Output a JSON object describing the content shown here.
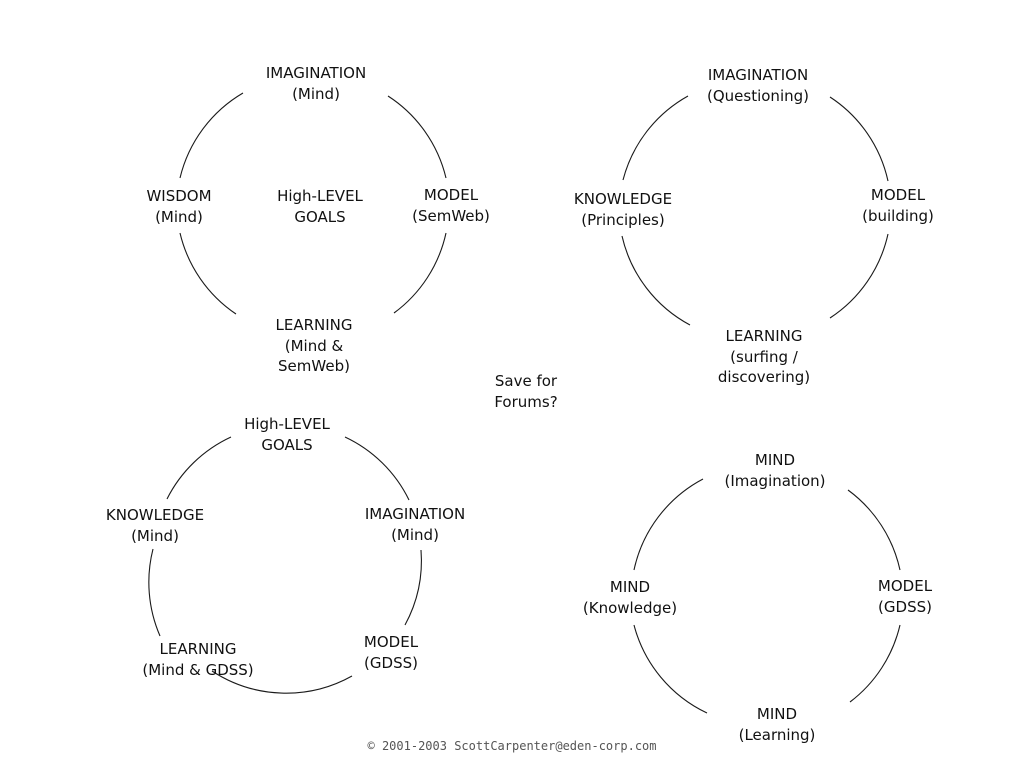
{
  "diagram_1": {
    "top": {
      "line1": "IMAGINATION",
      "line2": "(Mind)"
    },
    "left": {
      "line1": "WISDOM",
      "line2": "(Mind)"
    },
    "center": {
      "line1": "High-LEVEL",
      "line2": "GOALS"
    },
    "right": {
      "line1": "MODEL",
      "line2": "(SemWeb)"
    },
    "bottom": {
      "line1": "LEARNING",
      "line2": "(Mind &",
      "line3": "SemWeb)"
    }
  },
  "diagram_2": {
    "top": {
      "line1": "IMAGINATION",
      "line2": "(Questioning)"
    },
    "left": {
      "line1": "KNOWLEDGE",
      "line2": "(Principles)"
    },
    "right": {
      "line1": "MODEL",
      "line2": "(building)"
    },
    "bottom": {
      "line1": "LEARNING",
      "line2": "(surfing /",
      "line3": "discovering)"
    }
  },
  "diagram_3": {
    "top": {
      "line1": "High-LEVEL",
      "line2": "GOALS"
    },
    "left": {
      "line1": "KNOWLEDGE",
      "line2": "(Mind)"
    },
    "right": {
      "line1": "IMAGINATION",
      "line2": "(Mind)"
    },
    "bottom_left": {
      "line1": "LEARNING",
      "line2": "(Mind & GDSS)"
    },
    "bottom_right": {
      "line1": "MODEL",
      "line2": "(GDSS)"
    }
  },
  "diagram_4": {
    "top": {
      "line1": "MIND",
      "line2": "(Imagination)"
    },
    "left": {
      "line1": "MIND",
      "line2": "(Knowledge)"
    },
    "right": {
      "line1": "MODEL",
      "line2": "(GDSS)"
    },
    "bottom": {
      "line1": "MIND",
      "line2": "(Learning)"
    }
  },
  "note": {
    "line1": "Save for",
    "line2": "Forums?"
  },
  "footer": "© 2001-2003 ScottCarpenter@eden-corp.com"
}
